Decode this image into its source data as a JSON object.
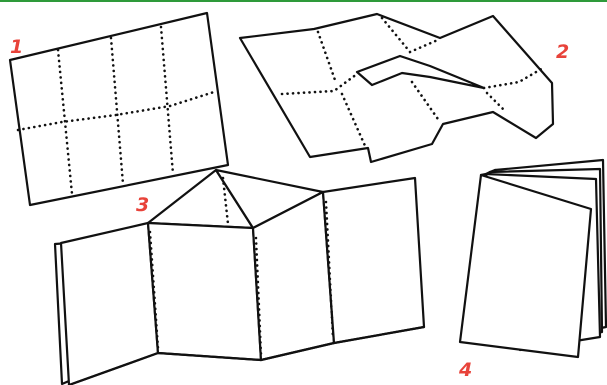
{
  "steps": [
    {
      "label": "1"
    },
    {
      "label": "2"
    },
    {
      "label": "3"
    },
    {
      "label": "4"
    }
  ],
  "colors": {
    "label": "#e8433a",
    "ink": "#111111",
    "frame_top": "#2e9a3a",
    "paper": "#ffffff"
  }
}
